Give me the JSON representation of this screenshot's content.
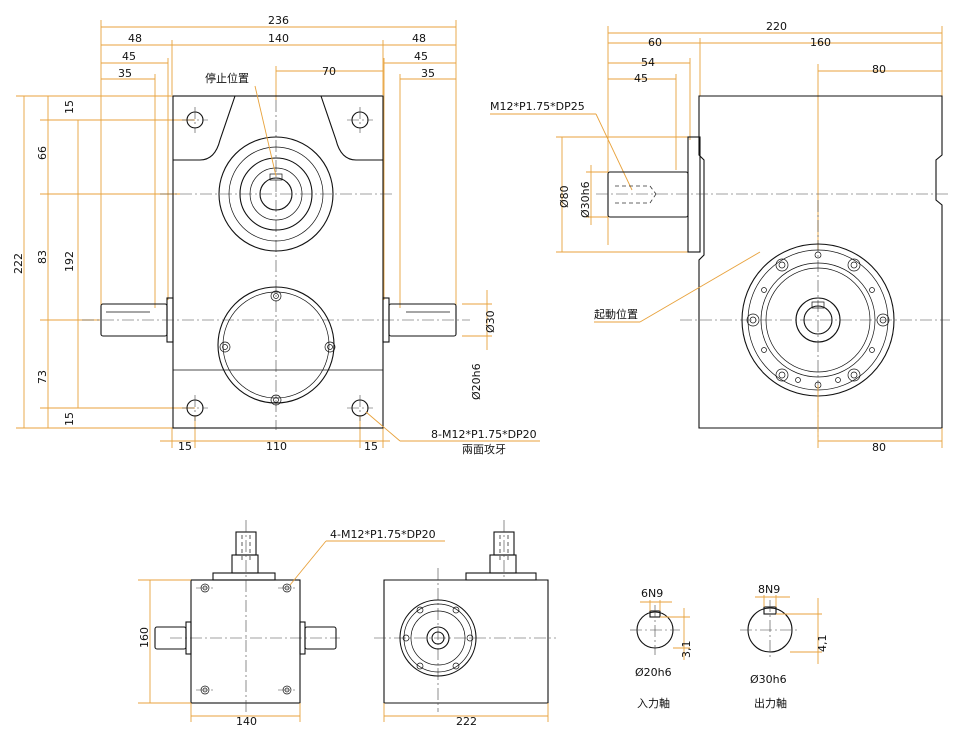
{
  "top_view": {
    "dims_top": [
      "236",
      "48",
      "140",
      "48",
      "45",
      "35",
      "70",
      "45",
      "35"
    ],
    "dims_left": [
      "222",
      "15",
      "66",
      "83",
      "192",
      "73",
      "15"
    ],
    "dims_bottom": [
      "15",
      "110",
      "15"
    ],
    "dims_right": [
      "Ø30",
      "Ø20h6"
    ],
    "stop_label": "停止位置",
    "tap_note": "8-M12*P1.75*DP20",
    "tap_sub": "兩面攻牙"
  },
  "side_view": {
    "dims_top": [
      "220",
      "60",
      "160",
      "54",
      "45",
      "80"
    ],
    "thread_note": "M12*P1.75*DP25",
    "dims_left": [
      "Ø80",
      "Ø30h6"
    ],
    "start_label": "起動位置",
    "dim_bottom": "80"
  },
  "bottom_front": {
    "note": "4-M12*P1.75*DP20",
    "height": "160",
    "width": "140"
  },
  "bottom_side": {
    "width": "222"
  },
  "keyway_input": {
    "key": "6N9",
    "depth": "3,1",
    "dia": "Ø20h6",
    "caption": "入力軸"
  },
  "keyway_output": {
    "key": "8N9",
    "depth": "4,1",
    "dia": "Ø30h6",
    "caption": "出力軸"
  }
}
